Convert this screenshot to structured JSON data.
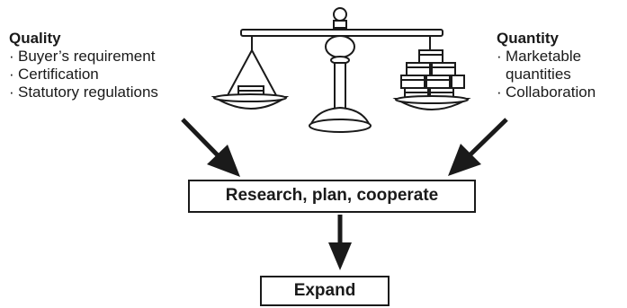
{
  "left": {
    "heading": "Quality",
    "items": [
      "Buyer’s requirement",
      "Certification",
      "Statutory regulations"
    ]
  },
  "right": {
    "heading": "Quantity",
    "items": [
      {
        "line1": "Marketable",
        "line2": "quantities"
      },
      {
        "line1": "Collaboration"
      }
    ]
  },
  "boxes": {
    "research": "Research, plan, cooperate",
    "expand": "Expand"
  },
  "icons": {
    "scale": "balance-scale-icon"
  }
}
